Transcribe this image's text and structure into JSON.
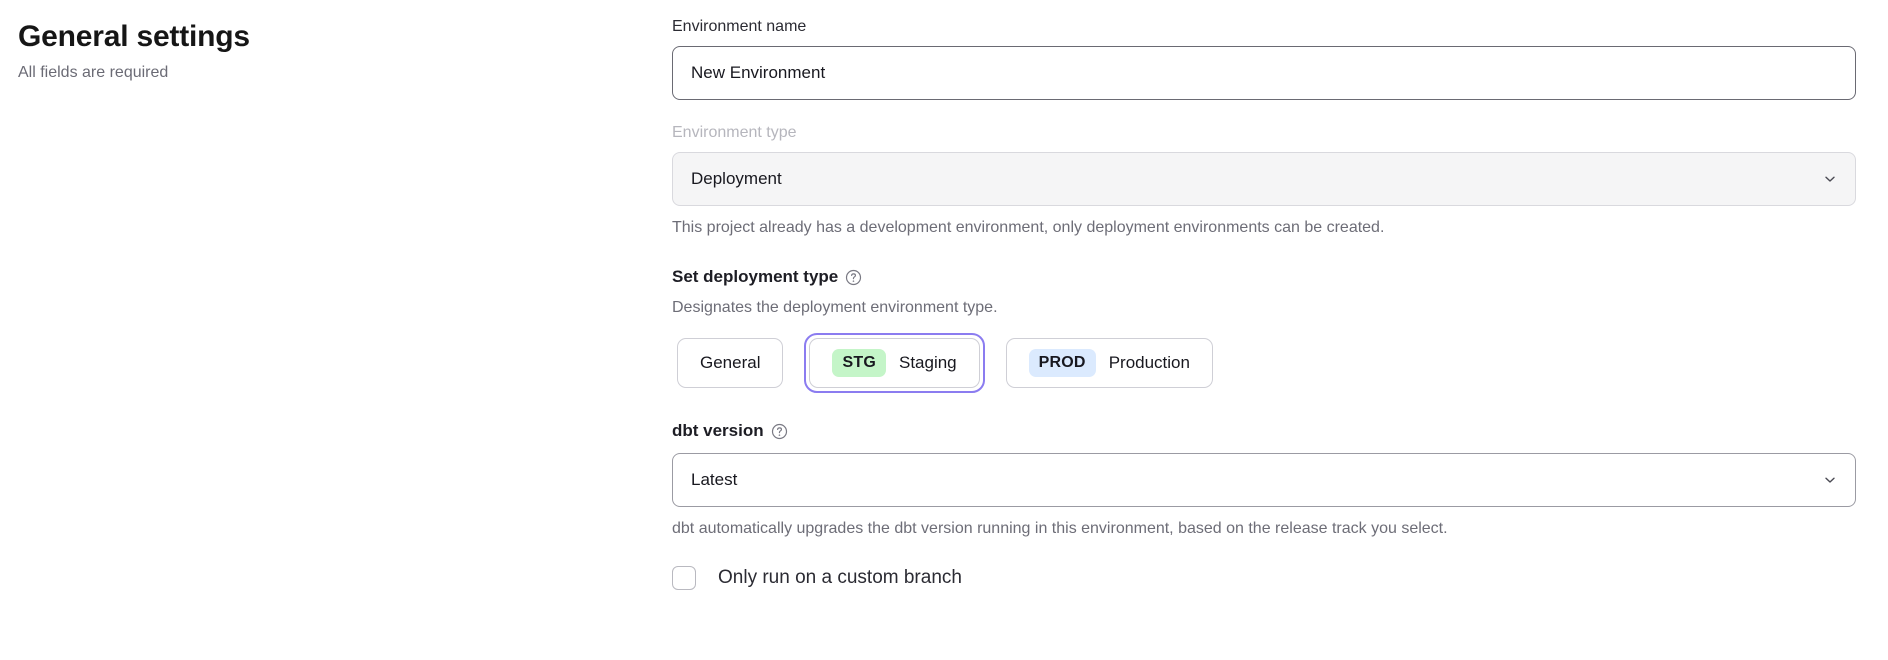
{
  "header": {
    "title": "General settings",
    "subtitle": "All fields are required"
  },
  "form": {
    "environment_name": {
      "label": "Environment name",
      "value": "New Environment",
      "placeholder": "Environment name"
    },
    "environment_type": {
      "label": "Environment type",
      "value": "Deployment",
      "help_text": "This project already has a development environment, only deployment environments can be created.",
      "chevron_icon": "chevron-down-icon",
      "disabled": true
    },
    "deployment_type": {
      "heading": "Set deployment type",
      "info_icon": "help-circle-icon",
      "subtext": "Designates the deployment environment type.",
      "options": [
        {
          "badge": "",
          "label": "General",
          "selected": false
        },
        {
          "badge": "STG",
          "label": "Staging",
          "selected": true
        },
        {
          "badge": "PROD",
          "label": "Production",
          "selected": false
        }
      ]
    },
    "dbt_version": {
      "heading": "dbt version",
      "info_icon": "help-circle-icon",
      "value": "Latest",
      "chevron_icon": "chevron-down-icon",
      "help_text": "dbt automatically upgrades the dbt version running in this environment, based on the release track you select."
    },
    "custom_branch": {
      "label": "Only run on a custom branch",
      "checked": false
    }
  },
  "colors": {
    "focus_ring": "#8b7cf0",
    "badge_staging_bg": "#c4f5c8",
    "badge_production_bg": "#dbeafe",
    "text_primary": "#18181f",
    "text_muted": "#6d6d77"
  }
}
